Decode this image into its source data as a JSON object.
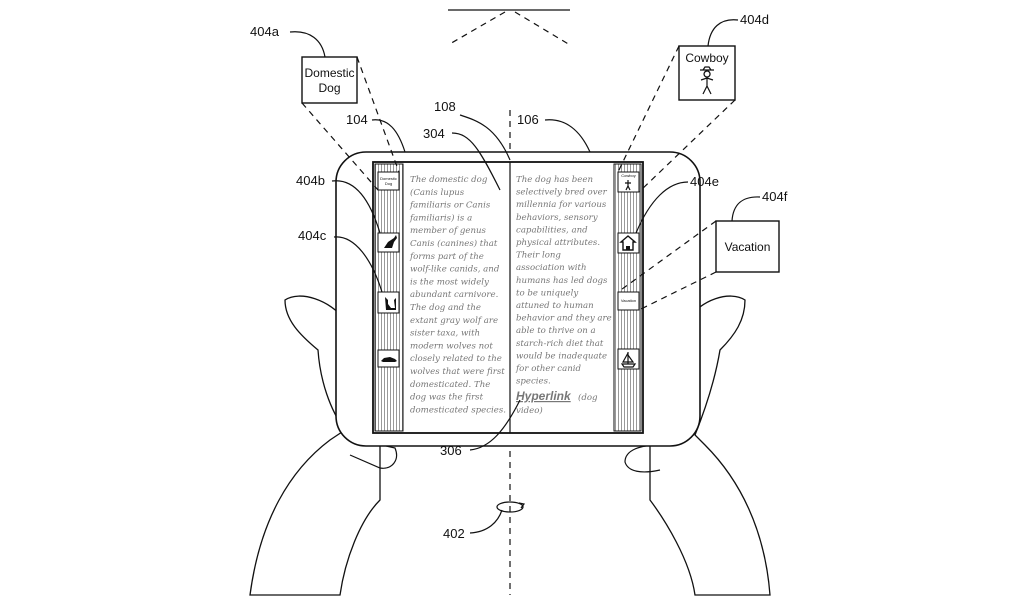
{
  "labels": {
    "ref_404a": "404a",
    "ref_404b": "404b",
    "ref_404c": "404c",
    "ref_404d": "404d",
    "ref_404e": "404e",
    "ref_404f": "404f",
    "ref_104": "104",
    "ref_106": "106",
    "ref_108": "108",
    "ref_304": "304",
    "ref_306": "306",
    "ref_402": "402"
  },
  "callouts": {
    "domestic_dog": [
      "Domestic",
      "Dog"
    ],
    "cowboy": "Cowboy",
    "vacation": "Vacation"
  },
  "left_page": {
    "lines": [
      "The domestic dog",
      "(Canis lupus",
      "familiaris or Canis",
      "familiaris) is a",
      "member of genus",
      "Canis (canines) that",
      "forms part of the",
      "wolf-like canids, and",
      "is the most widely",
      "abundant carnivore.",
      "The dog and the",
      "extant gray wolf are",
      "sister taxa, with",
      "modern wolves not",
      "closely related to the",
      "wolves that were first",
      "domesticated.  The",
      "dog was the first",
      "domesticated species."
    ]
  },
  "right_page": {
    "lines": [
      "The dog has been",
      "selectively bred over",
      "millennia for various",
      "behaviors, sensory",
      "capabilities, and",
      "physical attributes.",
      "Their long",
      "association with",
      "humans has led dogs",
      "to be uniquely",
      "attuned to human",
      "behavior and they are",
      "able to thrive on a",
      "starch-rich diet that",
      "would be inadequate",
      "for other canid",
      "species."
    ],
    "hyperlink": "Hyperlink",
    "hyperlink_note_1": "(dog",
    "hyperlink_note_2": "video)"
  },
  "sidebar_left": {
    "items": [
      {
        "icon": "domestic-dog-thumbnail",
        "text": [
          "Domestic",
          "Dog"
        ]
      },
      {
        "icon": "dog-running-icon"
      },
      {
        "icon": "cat-icon"
      },
      {
        "icon": "car-icon"
      }
    ]
  },
  "sidebar_right": {
    "items": [
      {
        "icon": "cowboy-thumbnail",
        "text": "Cowboy"
      },
      {
        "icon": "house-icon"
      },
      {
        "icon": "vacation-thumbnail",
        "text": "Vacation"
      },
      {
        "icon": "sailboat-icon"
      }
    ]
  }
}
